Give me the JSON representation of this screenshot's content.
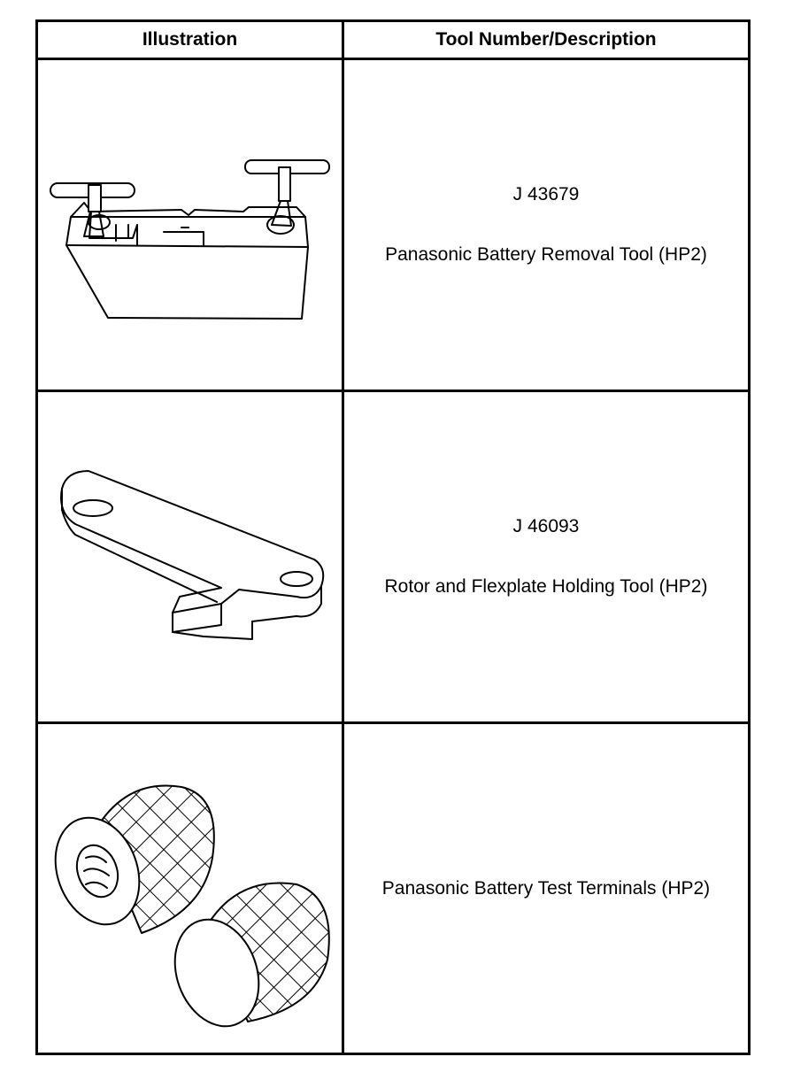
{
  "table": {
    "headers": {
      "illustration": "Illustration",
      "tool": "Tool Number/Description"
    },
    "rows": [
      {
        "tool_number": "J 43679",
        "description": "Panasonic Battery Removal Tool (HP2)",
        "illustration_icon": "battery-removal-tool-icon"
      },
      {
        "tool_number": "J 46093",
        "description": "Rotor and Flexplate Holding Tool (HP2)",
        "illustration_icon": "holding-tool-icon"
      },
      {
        "tool_number": "",
        "description": "Panasonic Battery Test Terminals (HP2)",
        "illustration_icon": "test-terminals-icon"
      }
    ]
  }
}
